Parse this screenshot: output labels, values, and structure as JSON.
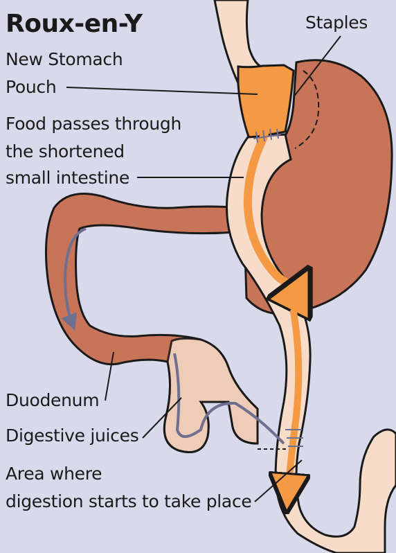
{
  "title": "Roux-en-Y",
  "labels": {
    "staples": "Staples",
    "pouch_line1": "New Stomach",
    "pouch_line2": "Pouch",
    "food_line1": "Food passes through",
    "food_line2": "the shortened",
    "food_line3": "small intestine",
    "duodenum": "Duodenum",
    "juices": "Digestive juices",
    "area_line1": "Area where",
    "area_line2": "digestion starts to take place"
  },
  "colors": {
    "background": "#d9d9ec",
    "stomach": "#c77458",
    "intestine": "#f6dcc9",
    "food_flow": "#f59a44",
    "juice_arrow": "#6f6f90",
    "outline": "#1a1a1a"
  }
}
